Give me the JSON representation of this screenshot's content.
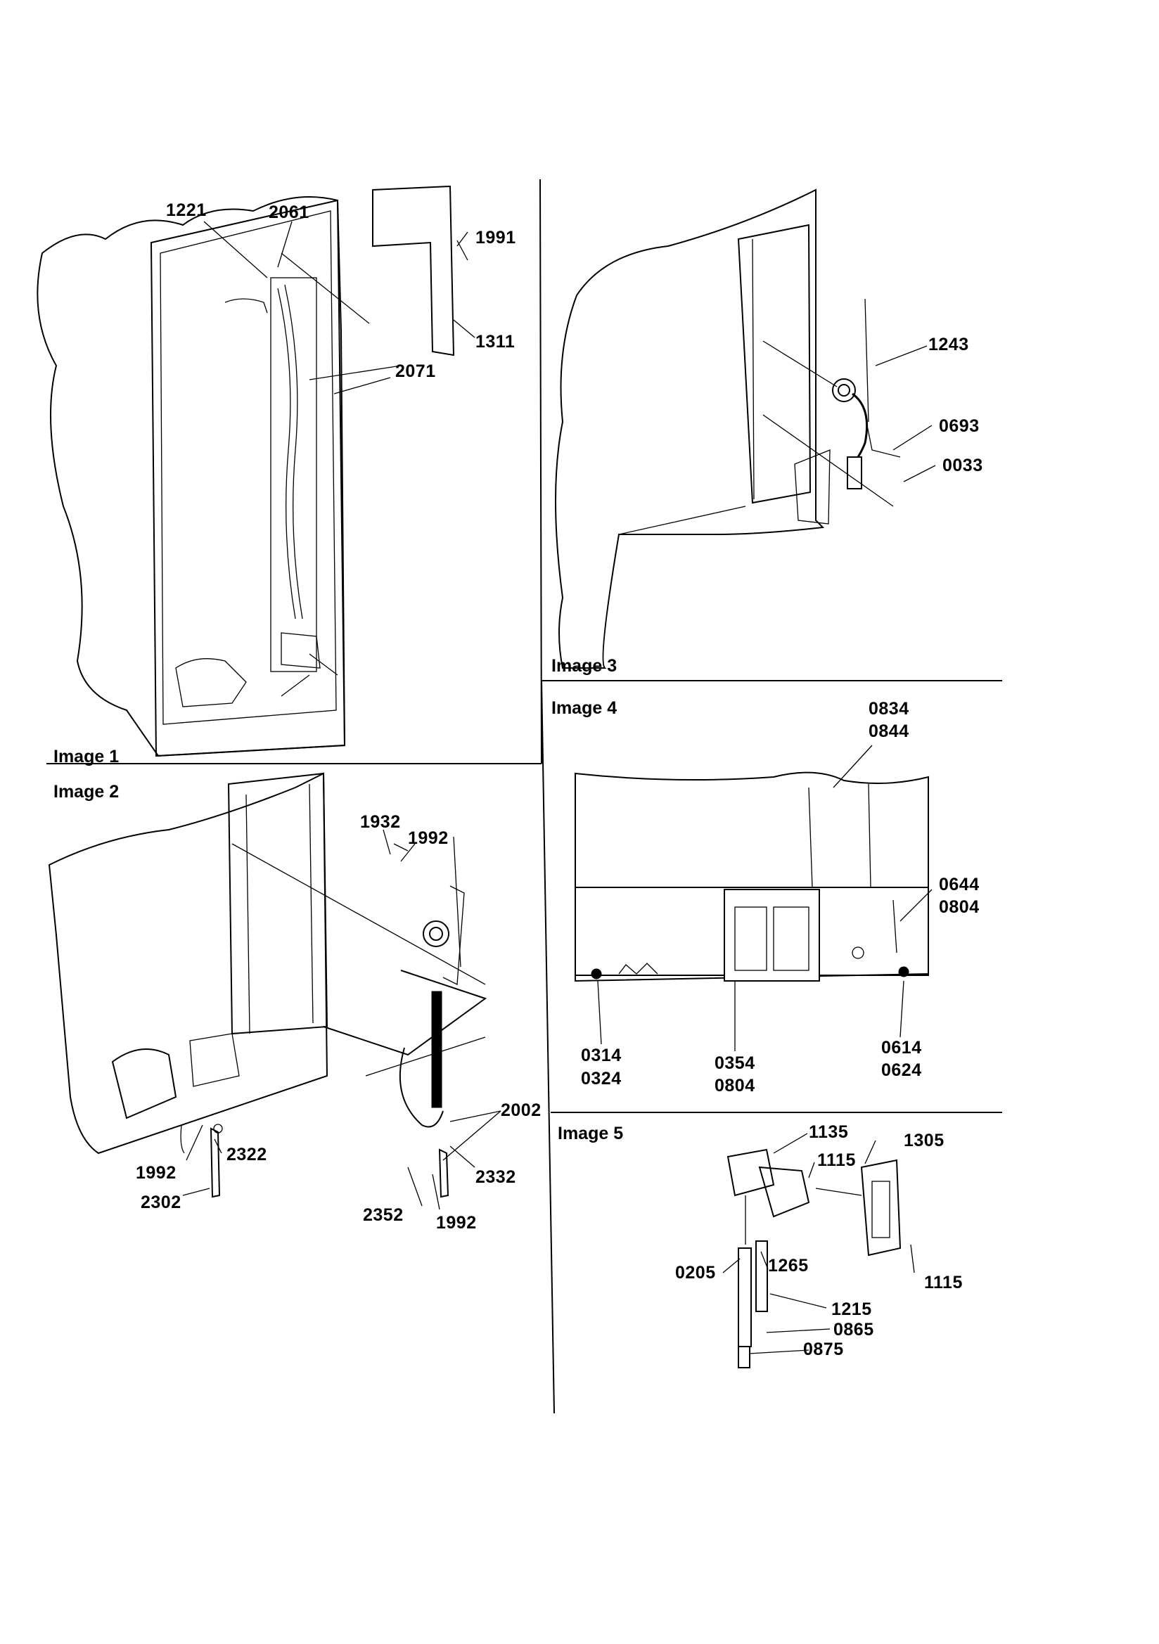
{
  "panels": [
    {
      "title": "Image 1",
      "labels": [
        "1221",
        "2061",
        "1991",
        "1311",
        "2071"
      ]
    },
    {
      "title": "Image 2",
      "labels": [
        "1932",
        "1992",
        "2002",
        "2322",
        "1992",
        "2302",
        "2332",
        "2352",
        "1992"
      ]
    },
    {
      "title": "Image 3",
      "labels": [
        "1243",
        "0693",
        "0033"
      ]
    },
    {
      "title": "Image 4",
      "labels": [
        "0834",
        "0844",
        "0644",
        "0804",
        "0314",
        "0324",
        "0354",
        "0804",
        "0614",
        "0624"
      ]
    },
    {
      "title": "Image 5",
      "labels": [
        "1135",
        "1305",
        "1115",
        "1265",
        "0205",
        "1115",
        "1215",
        "0865",
        "0875"
      ]
    }
  ]
}
